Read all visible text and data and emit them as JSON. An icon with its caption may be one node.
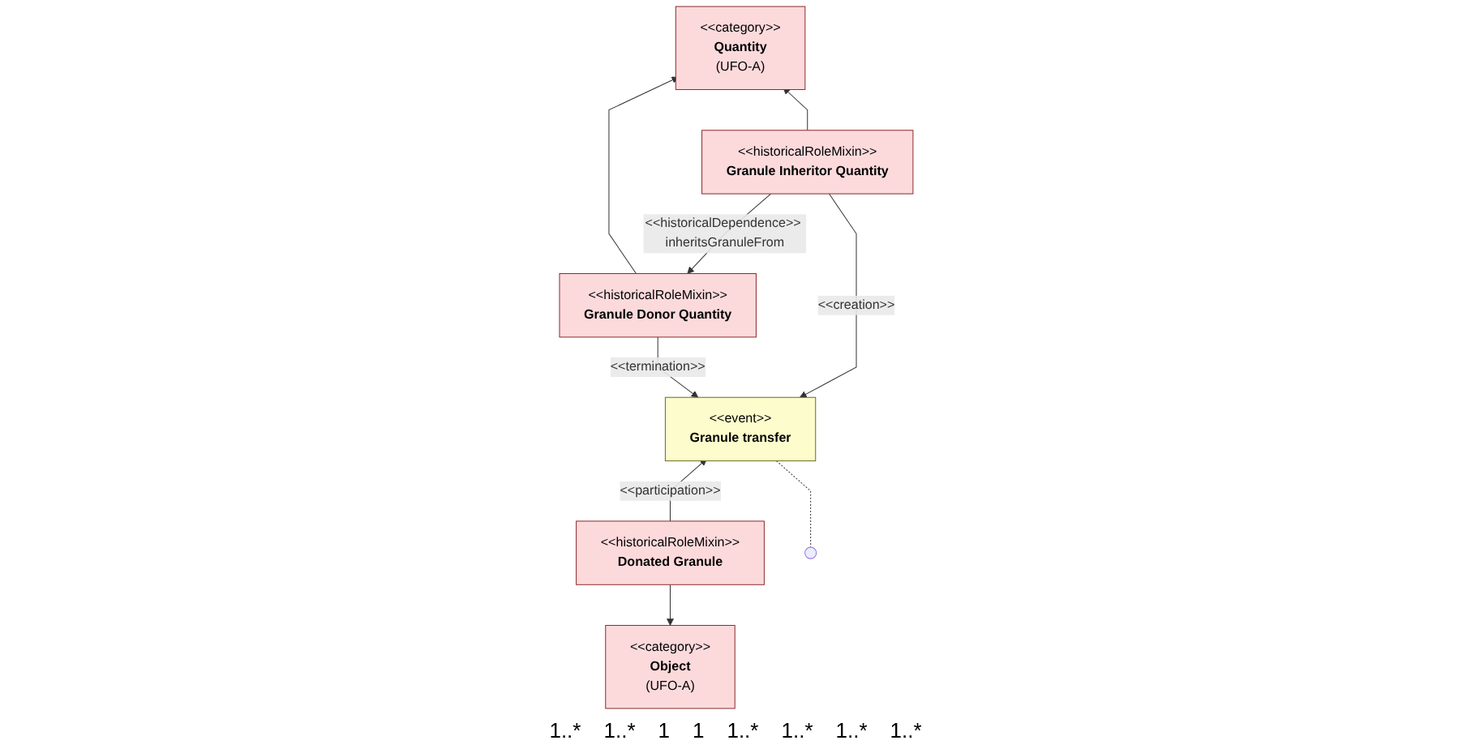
{
  "diagram": {
    "nodes": [
      {
        "text": [
          "<<category>>",
          "Quantity",
          "(UFO-A)"
        ]
      },
      {
        "text": [
          "<<historicalRoleMixin>>",
          "Granule Donor Quantity"
        ]
      },
      {
        "text": [
          "<<historicalRoleMixin>>",
          "Granule Inheritor Quantity"
        ]
      },
      {
        "text": [
          "<<event>>",
          "Granule transfer"
        ]
      },
      {
        "text": [
          "<<historicalRoleMixin>>",
          "Donated Granule"
        ]
      },
      {
        "text": [
          "<<category>>",
          "Object",
          "(UFO-A)"
        ]
      }
    ],
    "edges": [
      {
        "from": 1,
        "to": 0,
        "arrow": "to"
      },
      {
        "from": 2,
        "to": 0,
        "arrow": "to"
      },
      {
        "from": 2,
        "to": 1,
        "arrow": "to",
        "label": "<<historicalDependence>> inheritsGranuleFrom"
      },
      {
        "from": 3,
        "to": null,
        "arrow": "none",
        "style": "dashed"
      },
      {
        "from": 1,
        "to": 3,
        "arrow": "to",
        "label": "<<termination>>"
      },
      {
        "from": 2,
        "to": 3,
        "arrow": "to",
        "label": "<<creation>>"
      },
      {
        "from": 4,
        "to": 3,
        "arrow": "to",
        "label": "<<participation>>"
      },
      {
        "from": 4,
        "to": 5,
        "arrow": "to"
      }
    ],
    "labels": [
      "1..*",
      "1..*",
      "1",
      "1",
      "1..*",
      "1..*",
      "1..*",
      "1..*"
    ]
  }
}
